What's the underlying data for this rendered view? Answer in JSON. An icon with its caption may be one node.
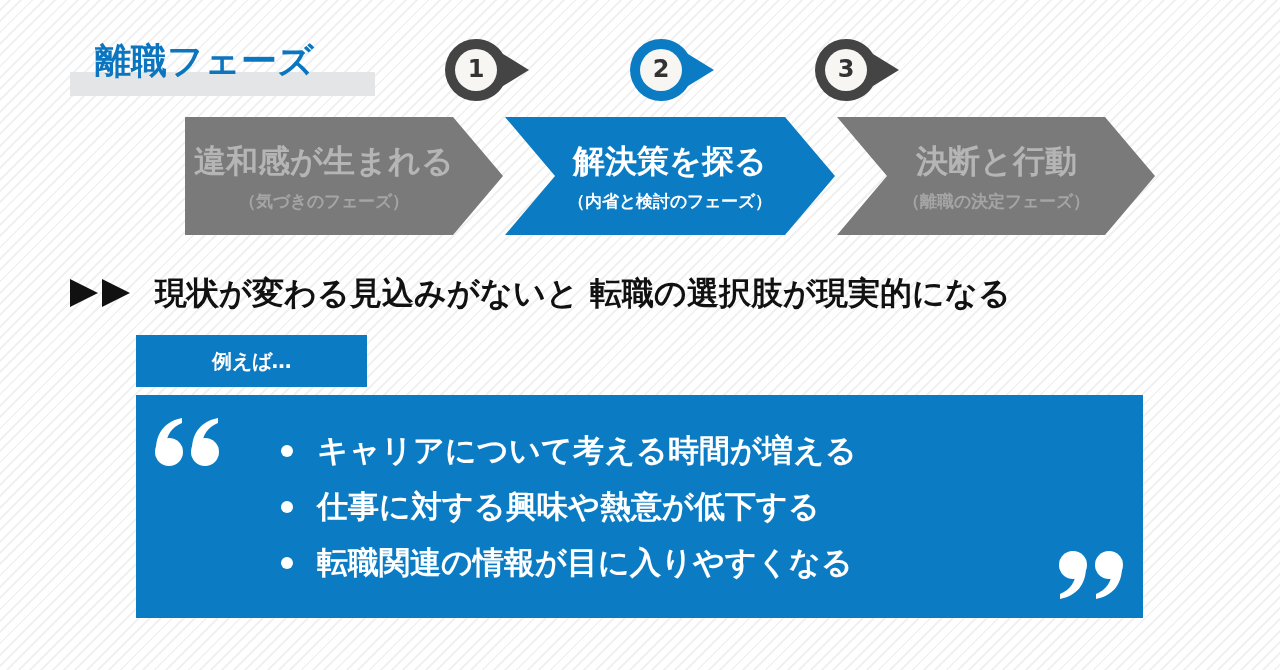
{
  "diagram": {
    "title": "離職フェーズ",
    "nodes": [
      {
        "text": [
          "1"
        ]
      },
      {
        "text": [
          "2"
        ]
      },
      {
        "text": [
          "3"
        ]
      },
      {
        "text": [
          "違和感が生まれる",
          "（気づきのフェーズ）"
        ]
      },
      {
        "text": [
          "解決策を探る",
          "（内省と検討のフェーズ）"
        ]
      },
      {
        "text": [
          "決断と行動",
          "（離職の決定フェーズ）"
        ]
      },
      {
        "text": [
          "例えば…"
        ]
      },
      {
        "text": [
          "キャリアについて考える時間が増える",
          "仕事に対する興味や熱意が低下する",
          "転職関連の情報が目に入りやすくなる"
        ]
      }
    ],
    "labels": [
      "現状が変わる見込みがないと 転職の選択肢が現実的になる"
    ]
  }
}
